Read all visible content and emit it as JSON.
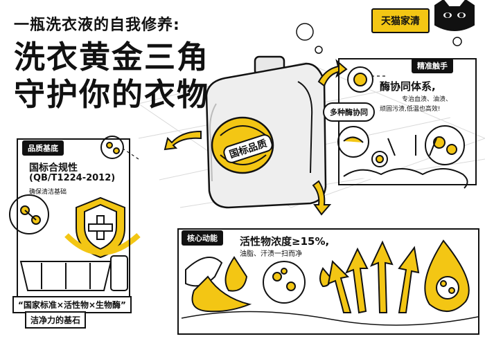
{
  "header": {
    "subtitle": "一瓶洗衣液的自我修养:",
    "title_line1": "洗衣黄金三角",
    "title_line2": "守护你的衣物"
  },
  "brand": {
    "label": "天猫家清",
    "logo": "tmall-cat-icon"
  },
  "bottle": {
    "label": "国标品质"
  },
  "panel_precision": {
    "tag": "精准触手",
    "bubble": "多种酶协同",
    "heading": "酶协同体系,",
    "desc_line1": "专治血渍、油渍、",
    "desc_line2": "顽固污渍,低温也高效!"
  },
  "panel_quality": {
    "tag": "品质基底",
    "heading_line1": "国标合规性",
    "heading_line2": "(QB/T1224-2012)",
    "desc": "确保清洁基础",
    "quote": "“国家标准×活性物×生物酶”",
    "quote_sub": "洁净力的基石"
  },
  "panel_core": {
    "tag": "核心动能",
    "heading": "活性物浓度≥15%,",
    "desc": "油脂、汗渍一扫而净"
  },
  "colors": {
    "accent": "#f3c614",
    "ink": "#111111",
    "paper": "#ffffff"
  }
}
